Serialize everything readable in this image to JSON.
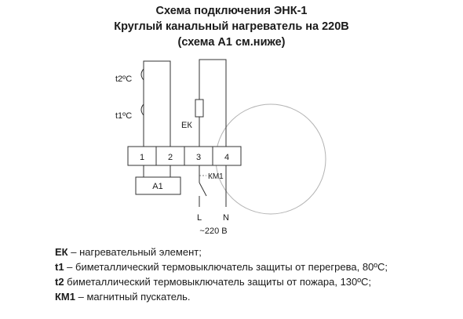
{
  "title": {
    "line1": "Схема подключения ЭНК-1",
    "line2": "Круглый канальный нагреватель на 220В",
    "line3": "(схема А1 см.ниже)"
  },
  "diagram": {
    "t2_label": "t2ºC",
    "t1_label": "t1ºC",
    "ek_label": "ЕК",
    "terminals": [
      "1",
      "2",
      "3",
      "4"
    ],
    "a1_label": "А1",
    "km1_label": "КМ1",
    "l_label": "L",
    "n_label": "N",
    "supply_label": "~220 В"
  },
  "legend": [
    {
      "term": "ЕК",
      "desc": " – нагревательный элемент;"
    },
    {
      "term": "t1",
      "desc": " – биметаллический термовыключатель защиты от перегрева, 80ºС;"
    },
    {
      "term": "t2",
      "desc": " биметаллический термовыключатель защиты от пожара, 130ºС;"
    },
    {
      "term": "КМ1",
      "desc": " – магнитный пускатель."
    }
  ]
}
